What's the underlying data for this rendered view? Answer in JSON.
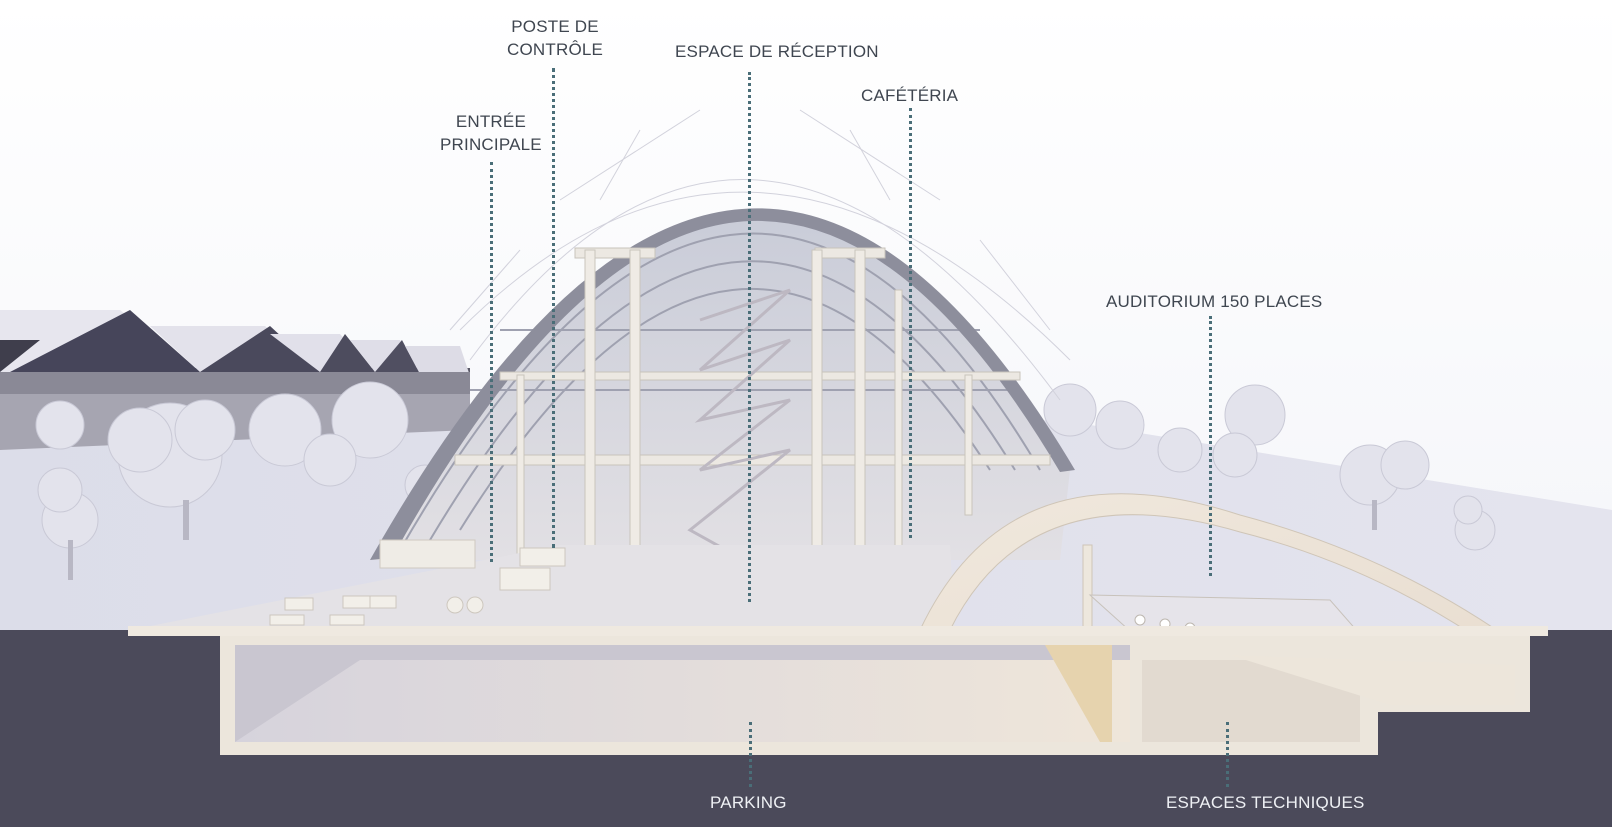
{
  "labels": {
    "poste_controle": {
      "line1": "POSTE DE",
      "line2": "CONTRÔLE"
    },
    "espace_reception": "ESPACE DE RÉCEPTION",
    "entree_principale": {
      "line1": "ENTRÉE",
      "line2": "PRINCIPALE"
    },
    "cafeteria": "CAFÉTÉRIA",
    "auditorium": "AUDITORIUM 150 PLACES",
    "parking": "PARKING",
    "espaces_techniques": "ESPACES TECHNIQUES"
  },
  "colors": {
    "label_text": "#3f4650",
    "leader_line": "#4a6e78",
    "ground_section": "#4b4a5a",
    "structure": "#ece6dc",
    "sky": "#ffffff"
  }
}
